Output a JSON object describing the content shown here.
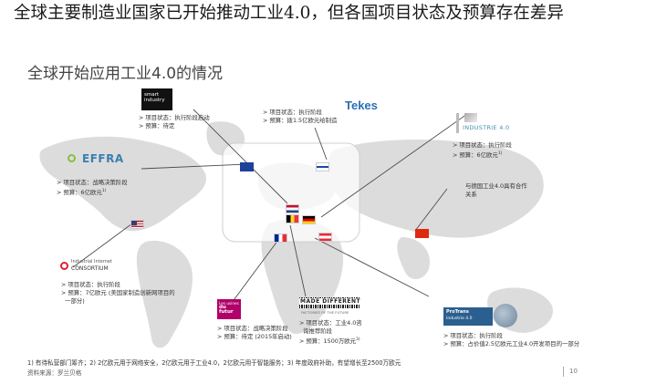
{
  "title": "全球主要制造业国家已开始推动工业4.0，但各国项目状态及预算存在差异",
  "subtitle": "全球开始应用工业4.0的情况",
  "callouts": {
    "smart": {
      "logo": "smart industry",
      "l1": "项目状态：执行阶段启动",
      "l2": "预算：待定"
    },
    "tekes": {
      "logo": "Tekes",
      "l1": "项目状态：执行阶段",
      "l2": "预算：拨1.5亿欧元给制造"
    },
    "industrie": {
      "logo": "INDUSTRIE 4.0",
      "l1": "项目状态：执行阶段",
      "l2": "预算：6亿欧元",
      "sup": "1)"
    },
    "effra": {
      "logo": "EFFRA",
      "l1": "项目状态：战略决策阶段",
      "l2": "预算：6亿欧元",
      "sup": "1)"
    },
    "german_coop": {
      "l1": "与德国工业4.0具有合作",
      "l2": "关系"
    },
    "iic": {
      "logo1": "Industrial Internet",
      "logo2": "CONSORTIUM",
      "l1": "项目状态：执行阶段",
      "l2": "预算：7亿欧元 (美国家制造创新网项目的",
      "l3": "一部分)"
    },
    "futur": {
      "logo1": "Les usines",
      "logo2": "du futur",
      "l1": "项目状态：战略决策阶段",
      "l2": "预算：待定 (2015年启动)"
    },
    "made_different": {
      "logo": "MADE DIFFERENT",
      "logo_sub": "FACTORIES OF THE FUTURE",
      "l1": "项目状态：工业4.0咨",
      "l1b": "询推荐阶段",
      "l2": "预算：1500万欧元",
      "sup": "3)"
    },
    "prostrans": {
      "logo1": "ProTrans",
      "logo2": "Industrie 4.0",
      "l1": "项目状态：执行阶段",
      "l2": "预算：占价值2.5亿欧元工业4.0开发项目的一部分"
    }
  },
  "footnote": "1) 有待私营部门筹齐；2) 2亿欧元用于网络安全，2亿欧元用于工业4.0，2亿欧元用于智能服务；3) 年度政府补助，有望增长至2500万欧元",
  "source": "资料来源：罗兰贝格",
  "page_number": "10",
  "colors": {
    "accent": "#0d6a86",
    "map_land": "#d7d7d7",
    "map_sea": "#ececec",
    "line": "#555555"
  }
}
